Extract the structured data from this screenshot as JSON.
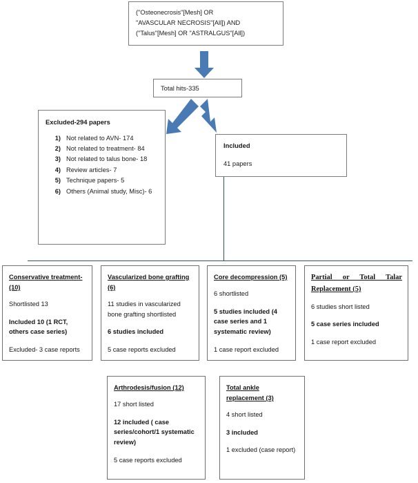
{
  "diagram": {
    "title": "PRISMA-style literature search flow diagram",
    "accent_color": "#4a7ab4",
    "connector_color": "#31515c",
    "border_color": "#7b7b7b"
  },
  "query": {
    "lines": [
      "(\"Osteonecrosis\"[Mesh] OR",
      "\"AVASCULAR NECROSIS\"[All]) AND",
      "(\"Talus\"[Mesh] OR \"ASTRALGUS\"[All])"
    ]
  },
  "total_hits": {
    "label": "Total hits-335"
  },
  "excluded": {
    "header": "Excluded-294 papers",
    "reasons": [
      "Not related to AVN- 174",
      "Not related to treatment- 84",
      "Not related to talus bone- 18",
      "Review articles- 7",
      "Technique papers- 5",
      "Others (Animal study, Misc)- 6"
    ]
  },
  "included": {
    "header": "Included",
    "count_label": "41 papers"
  },
  "categories": [
    {
      "id": "conservative",
      "title": "Conservative treatment- (10)",
      "lines": [
        {
          "text": "Shortlisted 13",
          "bold": false
        },
        {
          "text": "Included 10 (1 RCT, others case series)",
          "bold": true
        },
        {
          "text": "Excluded- 3 case reports",
          "bold": false
        }
      ]
    },
    {
      "id": "vascular",
      "title": "Vascularized bone grafting (6)",
      "lines": [
        {
          "text": "11 studies in vascularized bone grafting shortlisted",
          "bold": false
        },
        {
          "text": "6 studies included",
          "bold": true
        },
        {
          "text": "5 case reports excluded",
          "bold": false
        }
      ]
    },
    {
      "id": "coredecomp",
      "title": "Core decompression (5)",
      "lines": [
        {
          "text": "6 shortlisted",
          "bold": false
        },
        {
          "text": "5 studies included (4 case series and 1 systematic review)",
          "bold": true
        },
        {
          "text": "1 case report excluded",
          "bold": false
        }
      ]
    },
    {
      "id": "talar",
      "title": "Partial or Total Talar Replacement (5)",
      "lines": [
        {
          "text": "6 studies short listed",
          "bold": false
        },
        {
          "text": "5 case series included",
          "bold": true
        },
        {
          "text": "1 case report excluded",
          "bold": false
        }
      ]
    },
    {
      "id": "arthrodesis",
      "title": "Arthrodesis/fusion (12)",
      "lines": [
        {
          "text": "17 short listed",
          "bold": false
        },
        {
          "text": "12 included ( case series/cohort/1 systematic review)",
          "bold": true
        },
        {
          "text": "5 case reports excluded",
          "bold": false
        }
      ]
    },
    {
      "id": "ankle",
      "title": "Total ankle replacement (3)",
      "lines": [
        {
          "text": "4 short listed",
          "bold": false
        },
        {
          "text": "3 included",
          "bold": true
        },
        {
          "text": "1 excluded (case report)",
          "bold": false
        }
      ]
    }
  ]
}
